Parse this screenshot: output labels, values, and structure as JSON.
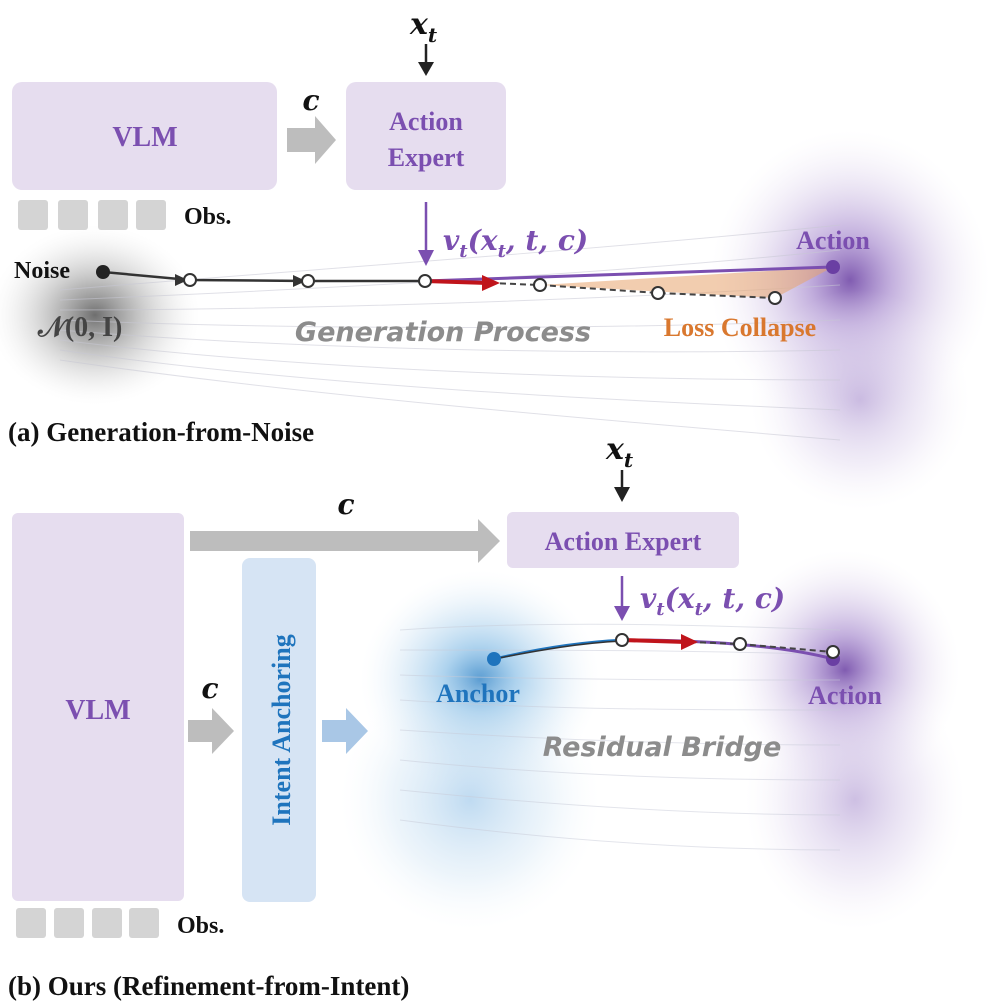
{
  "top": {
    "vlm_label": "VLM",
    "expert_line1": "Action",
    "expert_line2": "Expert",
    "cond_label": "c",
    "input_label_main": "x",
    "input_label_sub": "t",
    "obs_label": "Obs.",
    "velocity_label": "v",
    "velocity_sub": "t",
    "velocity_args": "(x",
    "velocity_args2": ", t, c)",
    "noise_label": "Noise",
    "dist_label": "𝒩(0, I)",
    "action_label": "Action",
    "process_label": "Generation Process",
    "loss_label": "Loss Collapse",
    "caption": "(a) Generation-from-Noise"
  },
  "bottom": {
    "vlm_label": "VLM",
    "expert_label": "Action Expert",
    "cond_label_top": "c",
    "cond_label_mid": "c",
    "input_label_main": "x",
    "input_label_sub": "t",
    "obs_label": "Obs.",
    "intent_label": "Intent Anchoring",
    "velocity_label": "v",
    "velocity_sub": "t",
    "velocity_args": "(x",
    "velocity_args2": ", t, c)",
    "anchor_label": "Anchor",
    "action_label": "Action",
    "bridge_label": "Residual Bridge",
    "caption": "(b) Ours (Refinement-from-Intent)"
  },
  "colors": {
    "purple": "#7b4fb0",
    "box_fill": "#e6ddef",
    "blue": "#1f74bd",
    "intent_fill": "#d6e4f4",
    "red": "#c0141b",
    "orange": "#d9782f",
    "gray_arrow": "#bdbdbd"
  }
}
